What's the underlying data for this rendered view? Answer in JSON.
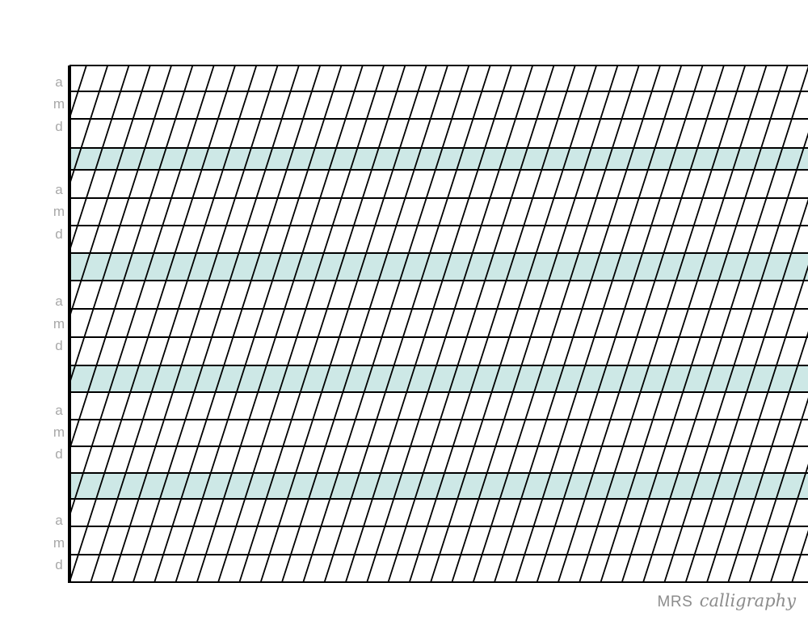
{
  "sheet": {
    "guide_labels": [
      "a",
      "m",
      "d"
    ],
    "groups_count": 5,
    "slant_lines_count": 36,
    "band_color": "#cde8e6",
    "line_color": "#000000",
    "label_color": "#a8a8a8"
  },
  "brand": {
    "name": "MRS",
    "script": "calligraphy"
  }
}
